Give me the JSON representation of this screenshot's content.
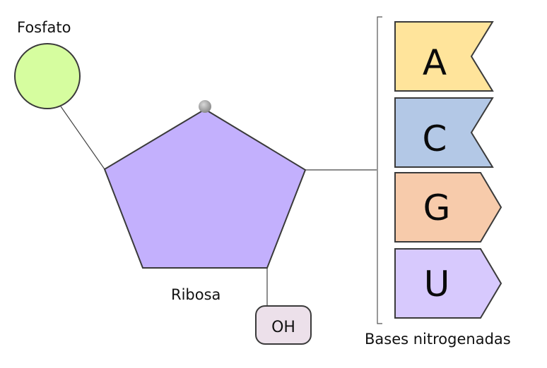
{
  "labels": {
    "phosphate": "Fosfato",
    "ribose": "Ribosa",
    "hydroxyl": "OH",
    "bases_title": "Bases nitrogenadas"
  },
  "colors": {
    "phosphate_fill": "#d6fd9f",
    "ribose_fill": "#c3b0fd",
    "hydroxyl_fill": "#ece0ea",
    "stroke": "#3a3a3a"
  },
  "bases": [
    {
      "letter": "A",
      "fill": "#ffe49b",
      "shape": "notched-flag"
    },
    {
      "letter": "C",
      "fill": "#b3c8e6",
      "shape": "notched-flag"
    },
    {
      "letter": "G",
      "fill": "#f7cbab",
      "shape": "arrow-tag"
    },
    {
      "letter": "U",
      "fill": "#d7c9fd",
      "shape": "arrow-tag"
    }
  ]
}
